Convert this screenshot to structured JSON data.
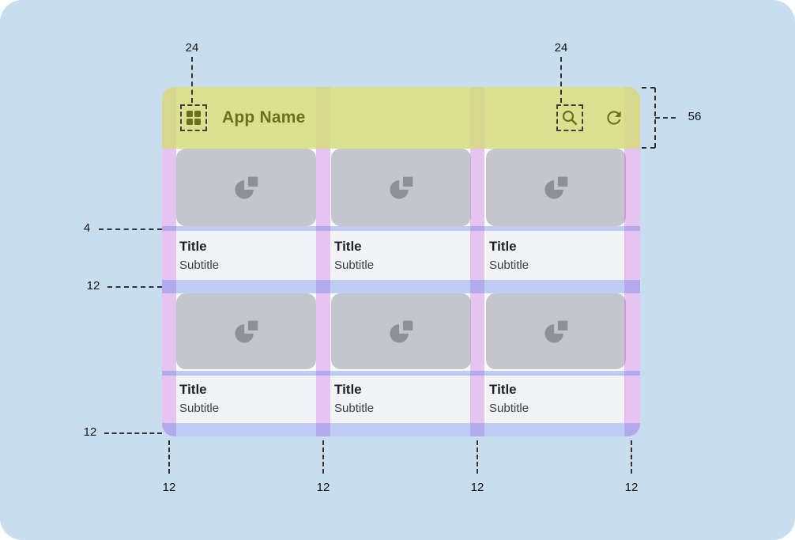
{
  "appbar": {
    "title": "App Name",
    "icons": {
      "menu": "grid-menu",
      "search": "search",
      "refresh": "refresh"
    }
  },
  "cards": [
    {
      "title": "Title",
      "subtitle": "Subtitle"
    },
    {
      "title": "Title",
      "subtitle": "Subtitle"
    },
    {
      "title": "Title",
      "subtitle": "Subtitle"
    },
    {
      "title": "Title",
      "subtitle": "Subtitle"
    },
    {
      "title": "Title",
      "subtitle": "Subtitle"
    },
    {
      "title": "Title",
      "subtitle": "Subtitle"
    }
  ],
  "annotations": {
    "menu_icon_size": "24",
    "search_icon_size": "24",
    "appbar_height": "56",
    "image_text_gap": "4",
    "row_gutter": "12",
    "bottom_margin": "12",
    "column_gutters": [
      "12",
      "12",
      "12",
      "12"
    ]
  },
  "colors": {
    "canvas_bg": "#c8ddee",
    "appbar_overlay": "#d4db7a",
    "appbar_content": "#6b701c",
    "column_overlay_pink": "#c86edc",
    "row_overlay_blue": "#5f82e6",
    "card_image_bg": "#c3c6ca",
    "card_icon": "#8d9195",
    "card_text_bg": "#f1f3f5"
  }
}
